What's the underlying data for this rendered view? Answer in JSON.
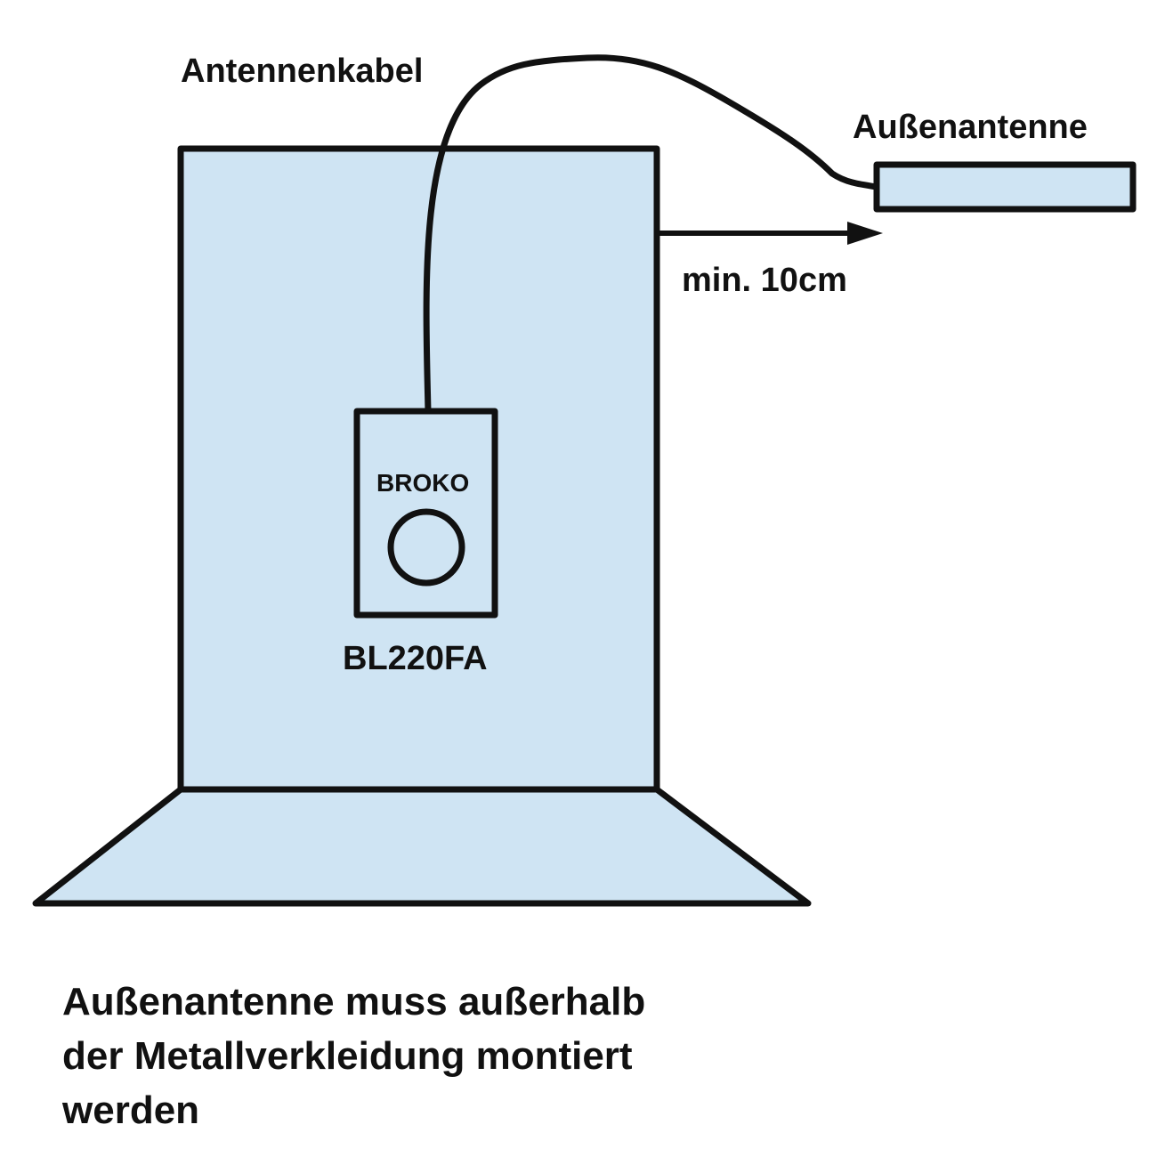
{
  "labels": {
    "cable": "Antennenkabel",
    "antenna": "Außenantenne",
    "distance": "min. 10cm",
    "brand": "BROKO",
    "model": "BL220FA"
  },
  "caption": {
    "line1": "Außenantenne muss außerhalb",
    "line2": "der Metallverkleidung montiert",
    "line3": "werden"
  },
  "colors": {
    "fill": "#cfe4f3",
    "stroke": "#111111"
  }
}
